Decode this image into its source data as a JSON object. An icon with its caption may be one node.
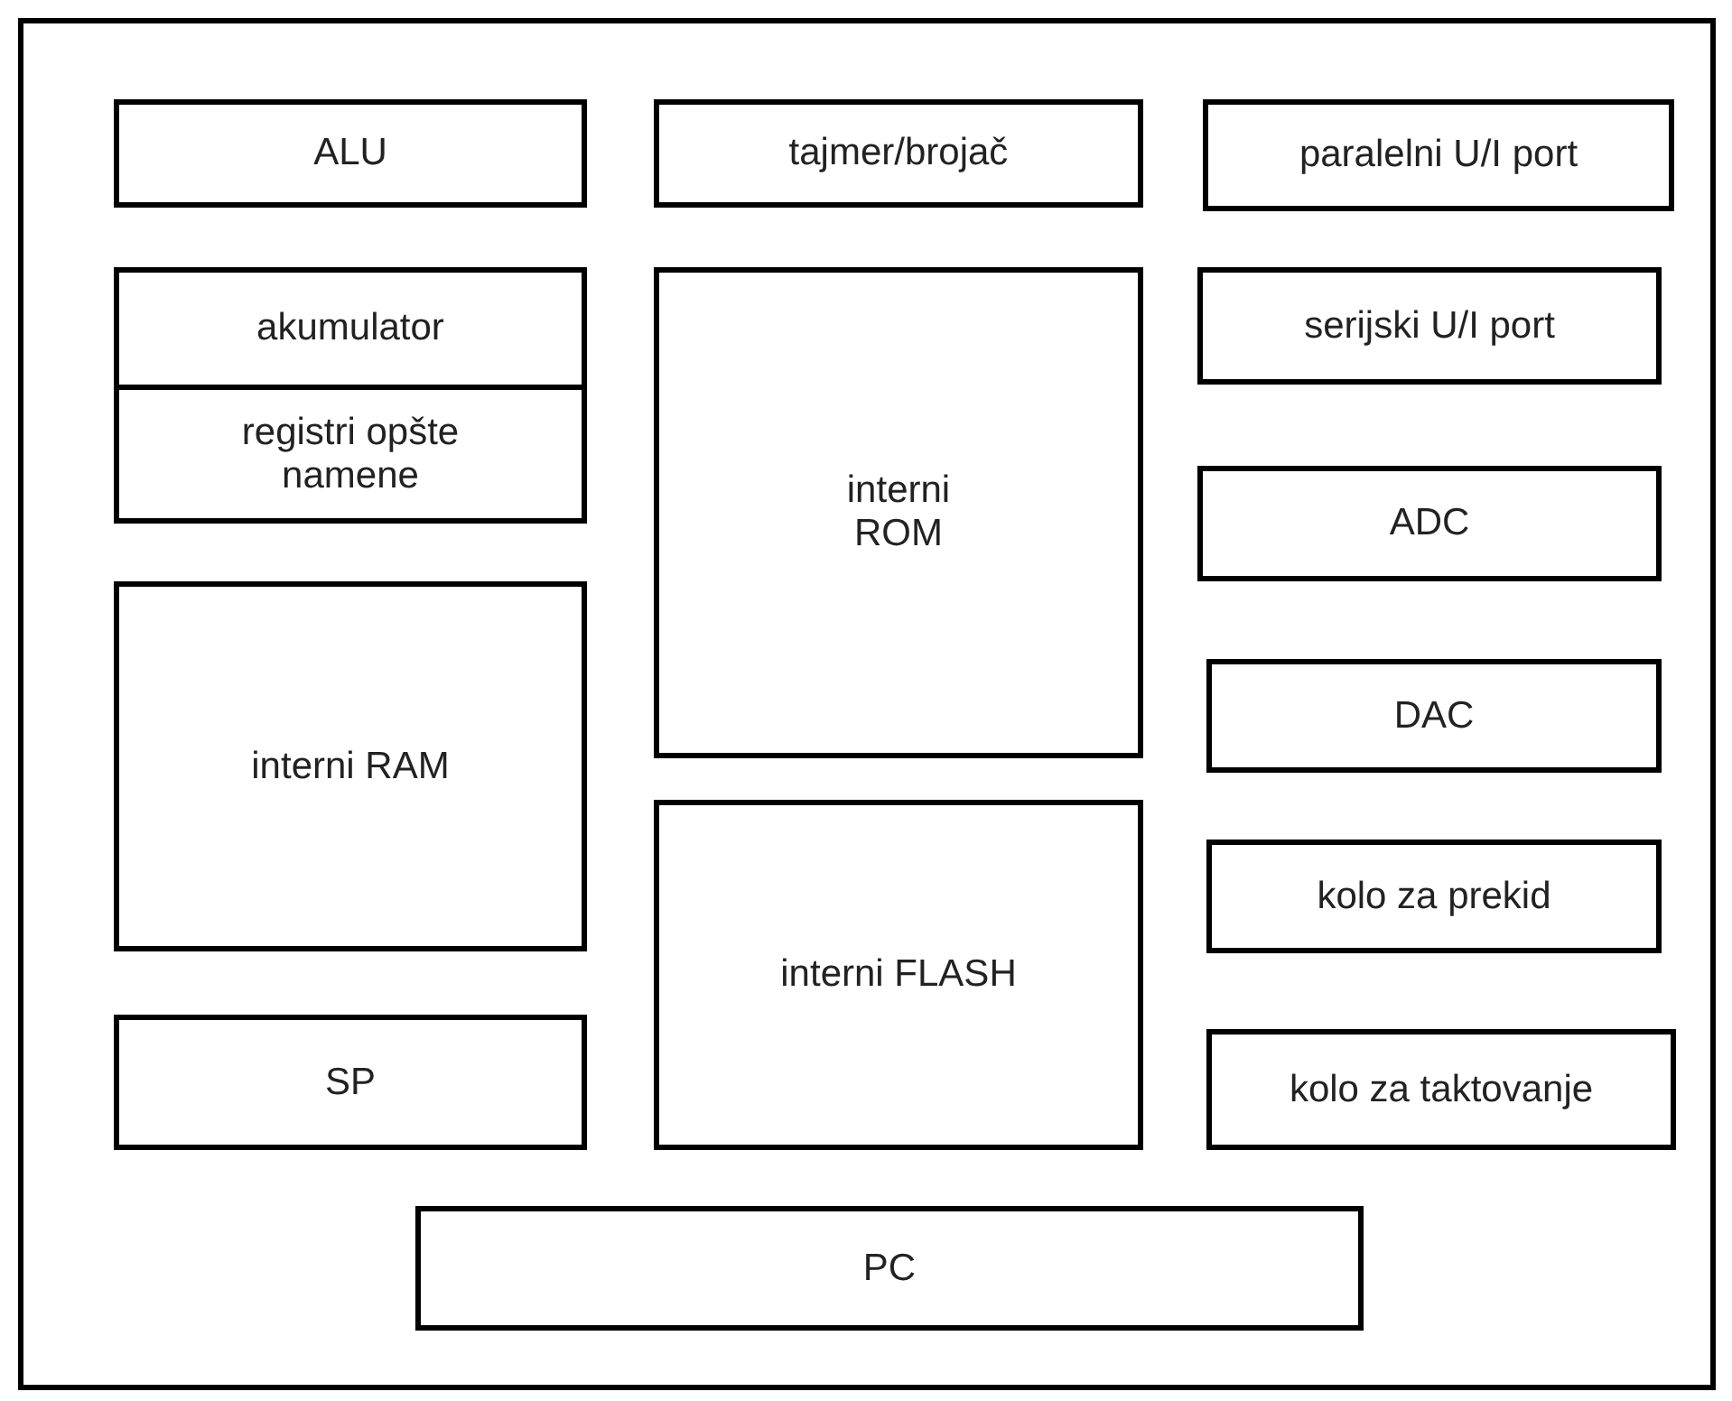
{
  "diagram": {
    "nodes": [
      {
        "text": [],
        "shape": "box"
      },
      {
        "text": [
          "ALU"
        ],
        "in": 0
      },
      {
        "text": [
          "tajmer/brojač"
        ],
        "in": 0
      },
      {
        "text": [
          "paralelni U/I port"
        ],
        "in": 0
      },
      {
        "text": [
          "akumulator"
        ],
        "in": 0
      },
      {
        "text": [
          "registri opšte namene"
        ],
        "in": 0
      },
      {
        "text": [
          "interni ROM"
        ],
        "in": 0
      },
      {
        "text": [
          "serijski U/I port"
        ],
        "in": 0
      },
      {
        "text": [
          "ADC"
        ],
        "in": 0
      },
      {
        "text": [
          "interni RAM"
        ],
        "in": 0
      },
      {
        "text": [
          "DAC"
        ],
        "in": 0
      },
      {
        "text": [
          "interni FLASH"
        ],
        "in": 0
      },
      {
        "text": [
          "kolo za prekid"
        ],
        "in": 0
      },
      {
        "text": [
          "SP"
        ],
        "in": 0
      },
      {
        "text": [
          "kolo za taktovanje"
        ],
        "in": 0
      },
      {
        "text": [
          "PC"
        ],
        "in": 0
      }
    ]
  }
}
